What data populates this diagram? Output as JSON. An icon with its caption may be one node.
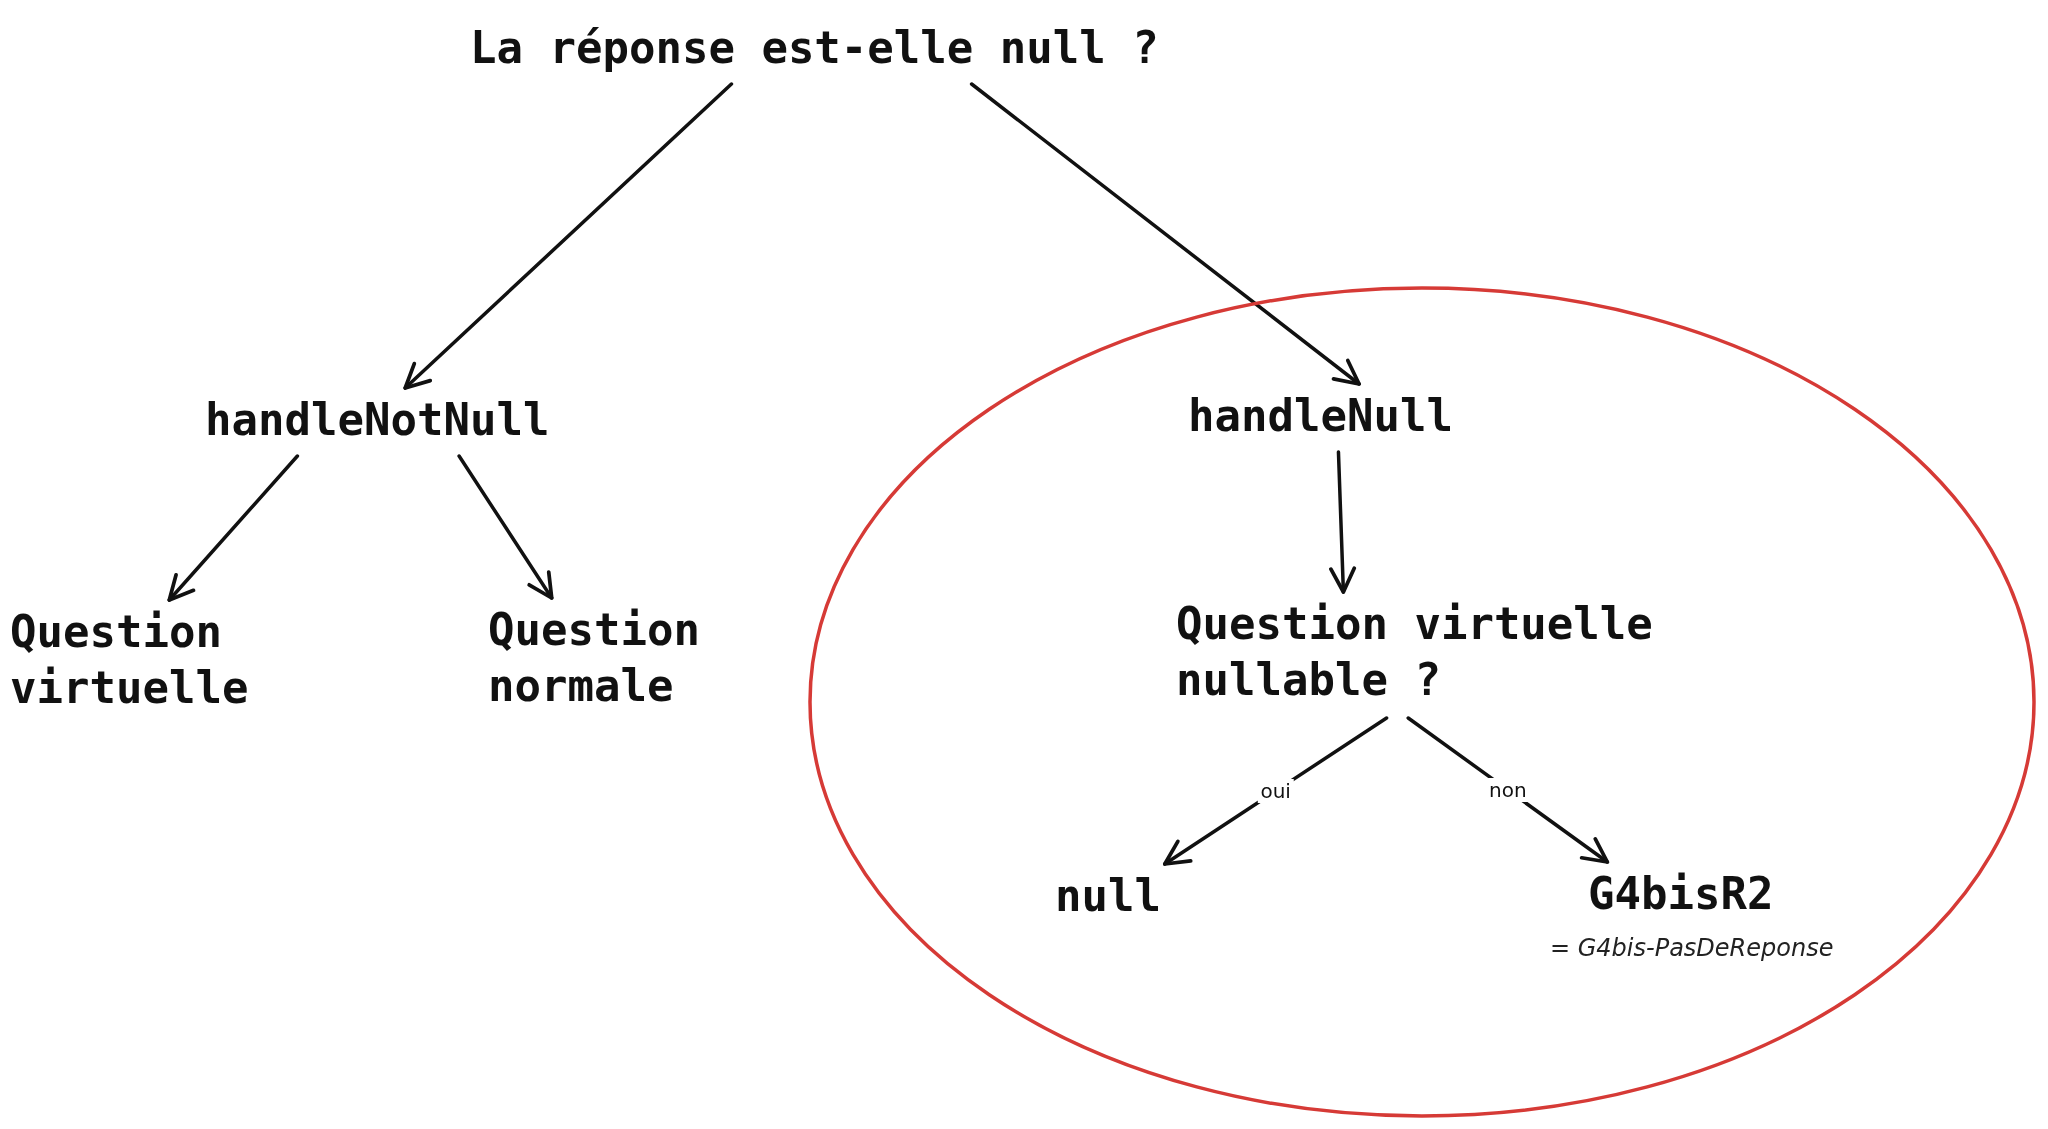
{
  "diagram": {
    "nodes": [
      {
        "text": [
          "La réponse est-elle null ?"
        ]
      },
      {
        "text": [
          "handleNotNull"
        ]
      },
      {
        "text": [],
        "shape": "ellipse"
      },
      {
        "text": [
          "handleNull"
        ],
        "in": 2
      },
      {
        "text": [
          "Question virtuelle"
        ]
      },
      {
        "text": [
          "Question normale"
        ]
      },
      {
        "text": [
          "Question virtuelle nullable ?"
        ],
        "in": 2
      },
      {
        "text": [
          "null"
        ],
        "in": 2
      },
      {
        "text": [
          "G4bisR2"
        ],
        "in": 2,
        "beside": [
          "= G4bis-PasDeReponse"
        ]
      }
    ],
    "edges": [
      {
        "from": 0,
        "to": 1,
        "arrow": "to"
      },
      {
        "from": 0,
        "to": 3,
        "arrow": "to"
      },
      {
        "from": 1,
        "to": 4,
        "arrow": "to"
      },
      {
        "from": 1,
        "to": 5,
        "arrow": "to"
      },
      {
        "from": 3,
        "to": 6,
        "arrow": "to"
      },
      {
        "from": 6,
        "to": 7,
        "arrow": "to",
        "label": "oui"
      },
      {
        "from": 6,
        "to": 8,
        "arrow": "to",
        "label": "non"
      }
    ]
  }
}
